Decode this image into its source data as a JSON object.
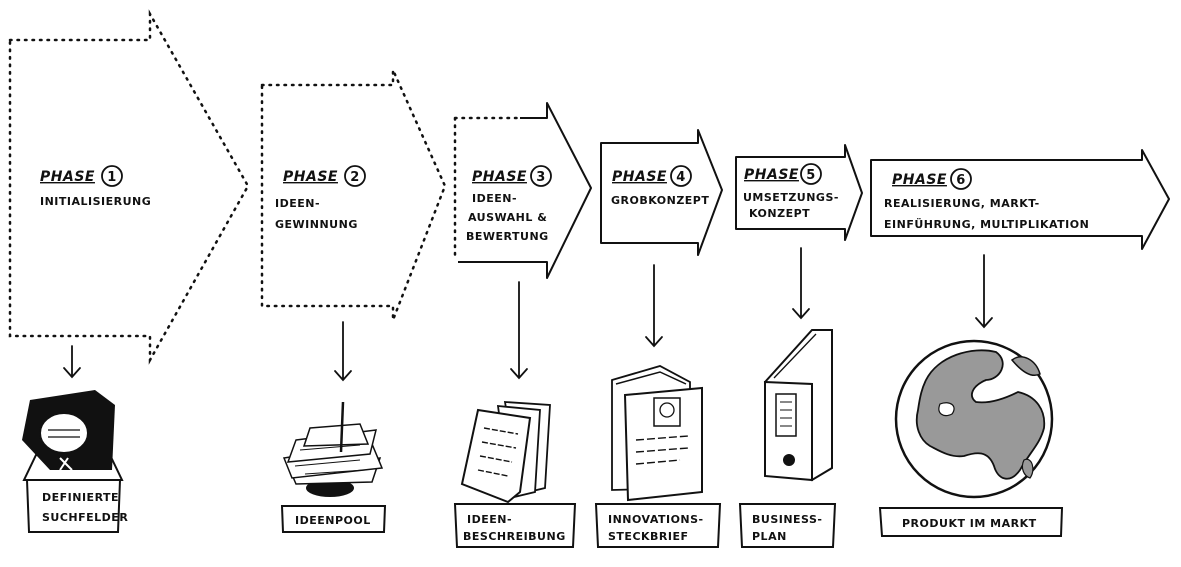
{
  "phases": [
    {
      "word": "PHASE",
      "number": "1",
      "lines": [
        "INITIALISIERUNG"
      ],
      "output": [
        "DEFINIERTE",
        "SUCHFELDER"
      ]
    },
    {
      "word": "PHASE",
      "number": "2",
      "lines": [
        "IDEEN-",
        "GEWINNUNG"
      ],
      "output": [
        "IDEENPOOL"
      ]
    },
    {
      "word": "PHASE",
      "number": "3",
      "lines": [
        "IDEEN-",
        "AUSWAHL &",
        "BEWERTUNG"
      ],
      "output": [
        "IDEEN-",
        "BESCHREIBUNG"
      ]
    },
    {
      "word": "PHASE",
      "number": "4",
      "lines": [
        "GROBKONZEPT"
      ],
      "output": [
        "INNOVATIONS-",
        "STECKBRIEF"
      ]
    },
    {
      "word": "PHASE",
      "number": "5",
      "lines": [
        "UMSETZUNGS-",
        "KONZEPT"
      ],
      "output": [
        "BUSINESS-",
        "PLAN"
      ]
    },
    {
      "word": "PHASE",
      "number": "6",
      "lines": [
        "REALISIERUNG, MARKT-",
        "EINFÜHRUNG, MULTIPLIKATION"
      ],
      "output": [
        "PRODUKT IM MARKT"
      ]
    }
  ],
  "icons": [
    "spotlight-icon",
    "idea-pile-icon",
    "documents-icon",
    "profile-booklet-icon",
    "binder-icon",
    "globe-icon"
  ],
  "colors": {
    "ink": "#111111",
    "land": "#999999",
    "paper": "#ffffff"
  }
}
